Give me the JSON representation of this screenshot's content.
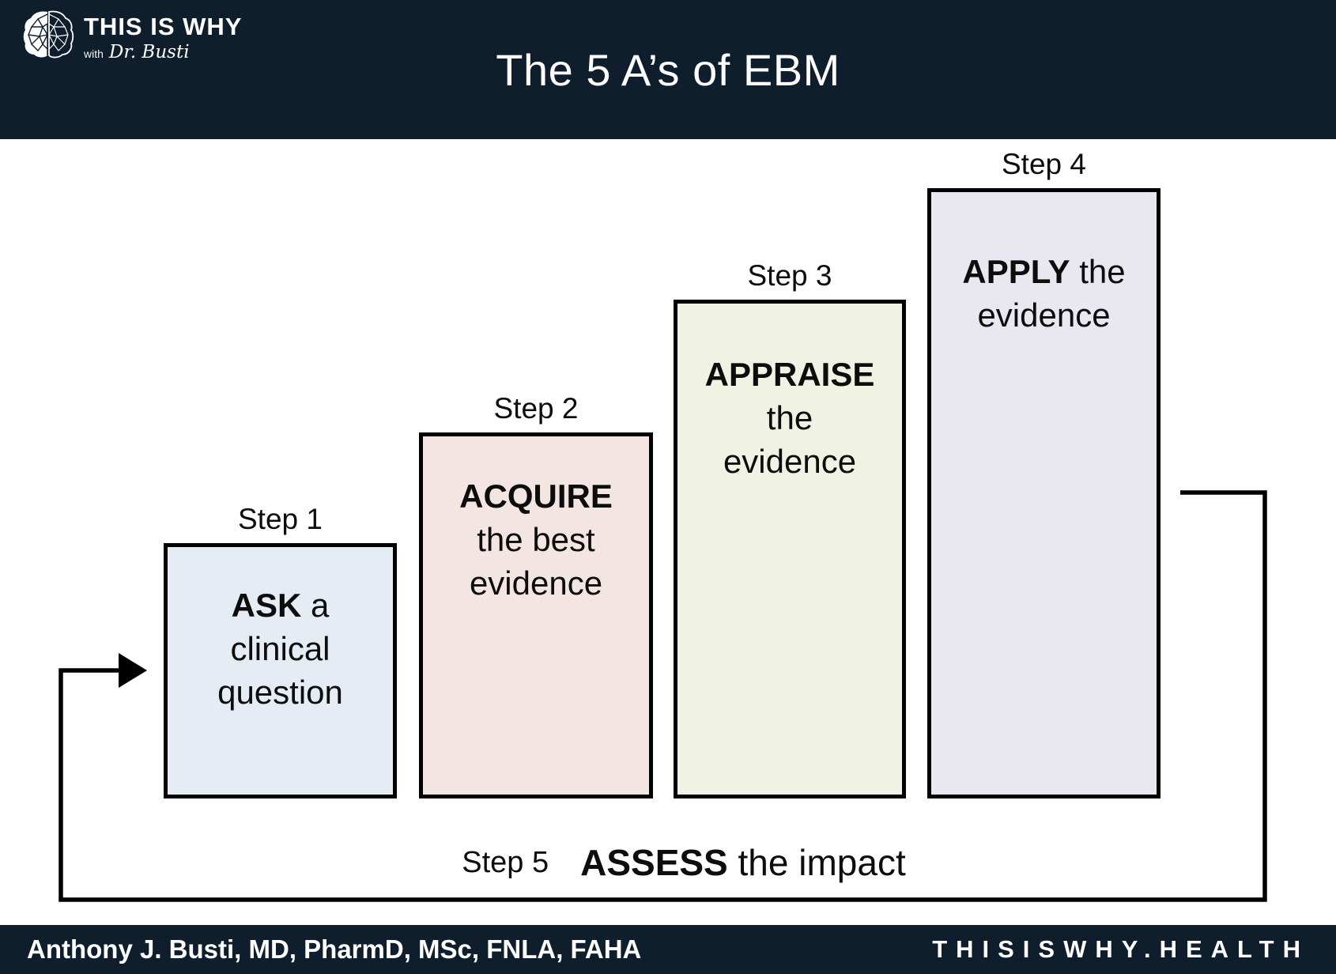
{
  "header": {
    "brand": "THIS IS WHY",
    "brand_sub_prefix": "with",
    "brand_signature": "Dr. Busti",
    "title": "The 5 A’s of EBM"
  },
  "steps": [
    {
      "label": "Step 1",
      "keyword": "ASK",
      "rest": " a\nclinical\nquestion",
      "color": "#e5ecf4"
    },
    {
      "label": "Step 2",
      "keyword": "ACQUIRE",
      "rest": "\nthe best\nevidence",
      "color": "#f3e6e2"
    },
    {
      "label": "Step 3",
      "keyword": "APPRAISE",
      "rest": "\nthe\nevidence",
      "color": "#f0f3e3"
    },
    {
      "label": "Step 4",
      "keyword": "APPLY",
      "rest": " the\nevidence",
      "color": "#e9e7ef"
    }
  ],
  "step5": {
    "label": "Step 5",
    "keyword": "ASSESS",
    "rest": " the impact"
  },
  "footer": {
    "author": "Anthony J. Busti, MD, PharmD, MSc, FNLA, FAHA",
    "site": "THISISWHY.HEALTH"
  },
  "colors": {
    "bar_bg": "#0f1e2c",
    "box_border": "#000000",
    "arrow": "#000000",
    "text": "#0d0d0d"
  }
}
